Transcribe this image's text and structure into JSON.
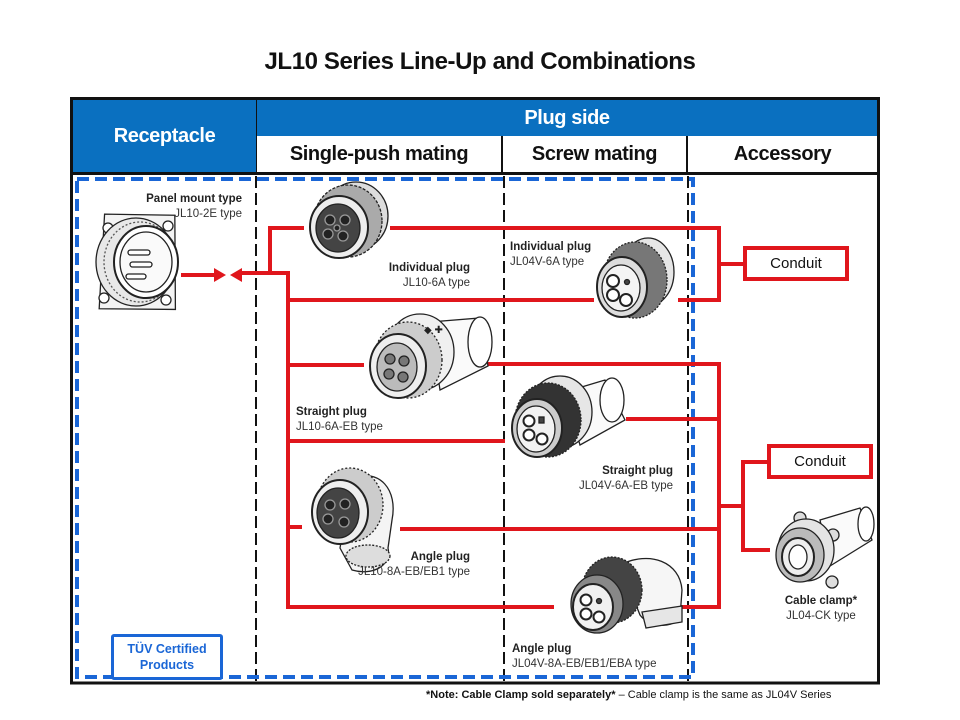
{
  "title": "JL10 Series Line-Up and Combinations",
  "colors": {
    "header_blue": "#0a70c0",
    "line_red": "#e0161c",
    "certified_blue": "#1a66d6"
  },
  "table": {
    "receptacle_header": "Receptacle",
    "plug_side_header": "Plug side",
    "columns": [
      "Single-push mating",
      "Screw mating",
      "Accessory"
    ]
  },
  "receptacle": {
    "name": "Panel mount type",
    "model": "JL10-2E  type"
  },
  "single_push": [
    {
      "name": "Individual plug",
      "model": "JL10-6A  type"
    },
    {
      "name": "Straight plug",
      "model": "JL10-6A-EB  type"
    },
    {
      "name": "Angle plug",
      "model": "JL10-8A-EB/EB1  type"
    }
  ],
  "screw": [
    {
      "name": "Individual plug",
      "model": "JL04V-6A  type"
    },
    {
      "name": "Straight plug",
      "model": "JL04V-6A-EB  type"
    },
    {
      "name": "Angle plug",
      "model": "JL04V-8A-EB/EB1/EBA type"
    }
  ],
  "accessory": {
    "conduits": [
      "Conduit",
      "Conduit"
    ],
    "cable_clamp": {
      "name": "Cable clamp*",
      "model": "JL04-CK  type"
    }
  },
  "badge": {
    "line1": "TÜV Certified",
    "line2": "Products"
  },
  "note": {
    "bold": "*Note: Cable Clamp sold separately*",
    "rest": " – Cable clamp is the same as JL04V Series"
  }
}
